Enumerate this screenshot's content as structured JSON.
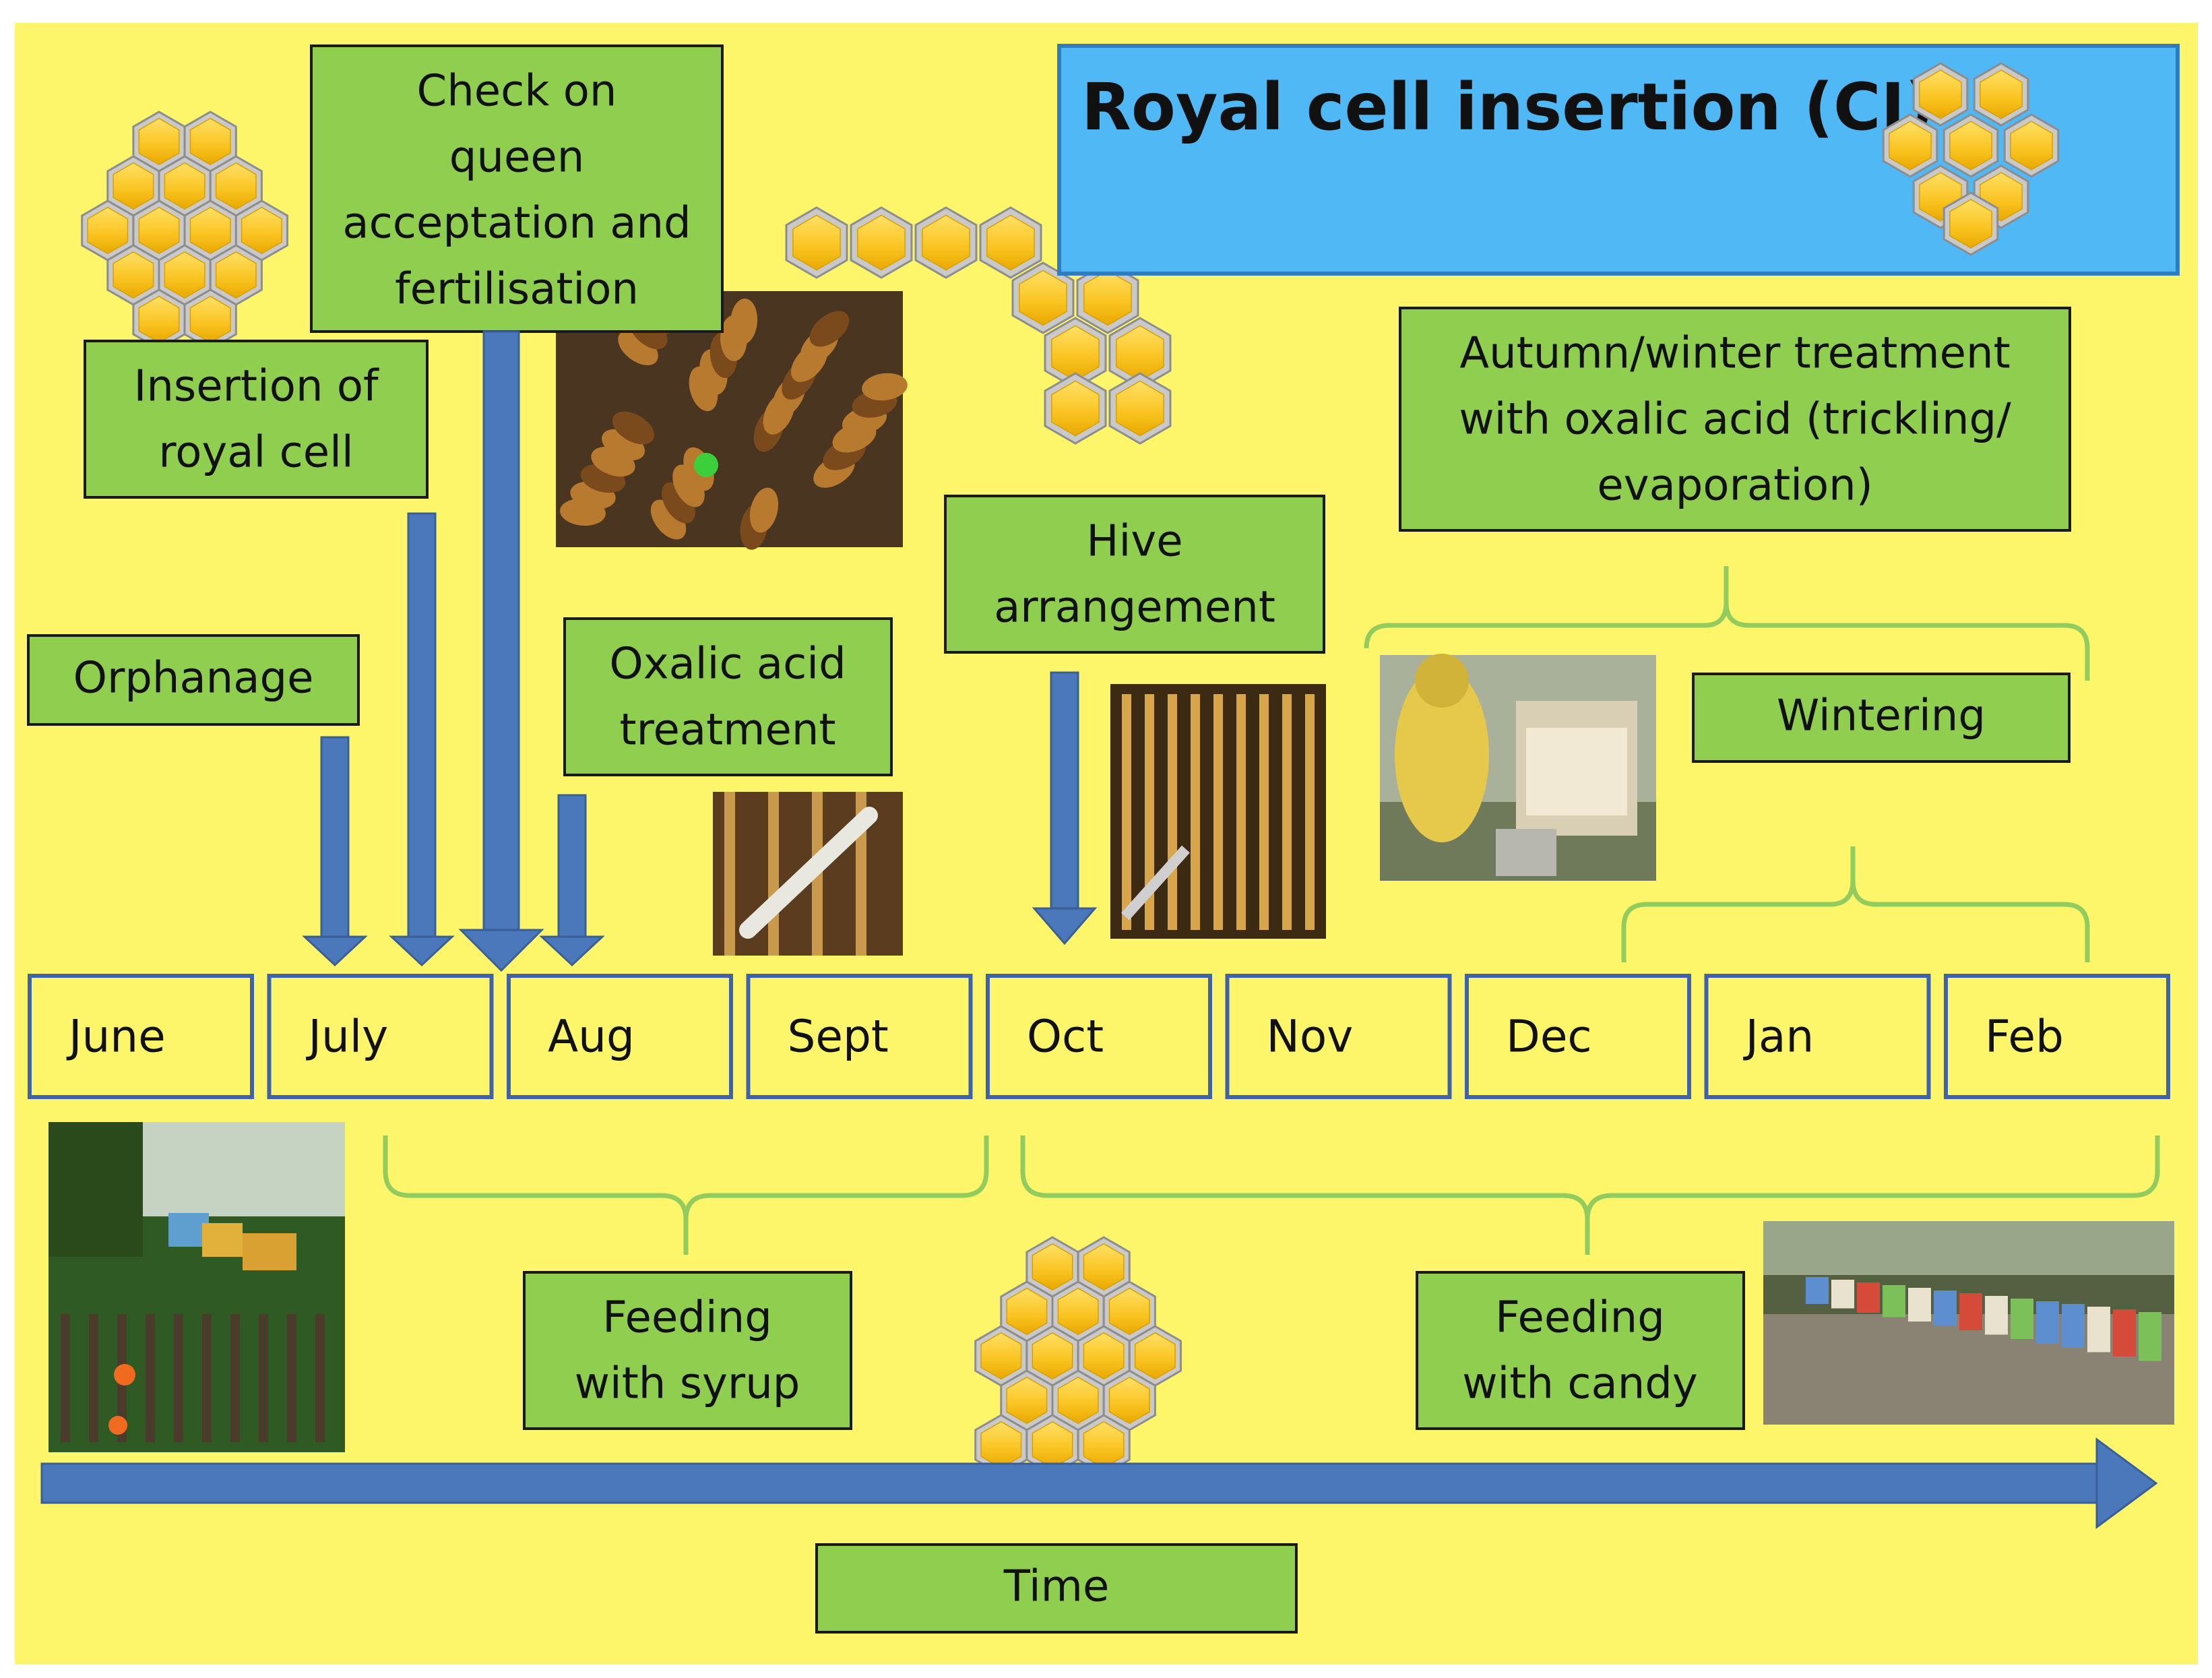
{
  "title": "Royal cell insertion (CI)",
  "colors": {
    "background": "#fdf66b",
    "green_box": "#8fce4f",
    "title_box": "#4fb8f5",
    "arrow_blue": "#4a78bb",
    "month_border": "#3f62ad",
    "brace_green": "#92cc5e",
    "hex_fill": "#f9c31f"
  },
  "months": [
    "June",
    "July",
    "Aug",
    "Sept",
    "Oct",
    "Nov",
    "Dec",
    "Jan",
    "Feb"
  ],
  "labels": {
    "orphanage": [
      "Orphanage"
    ],
    "insertion": [
      "Insertion of",
      "royal cell"
    ],
    "check": [
      "Check on",
      "queen",
      "acceptation and",
      "fertilisation"
    ],
    "oxalic": [
      "Oxalic acid",
      "treatment"
    ],
    "hive": [
      "Hive",
      "arrangement"
    ],
    "autumn": [
      "Autumn/winter treatment",
      "with oxalic acid (trickling/",
      "evaporation)"
    ],
    "wintering": [
      "Wintering"
    ],
    "syrup": [
      "Feeding",
      "with syrup"
    ],
    "candy": [
      "Feeding",
      "with candy"
    ],
    "time": [
      "Time"
    ]
  },
  "photos": [
    "bees-with-marked-queen",
    "syringe-oxalic-on-frames",
    "beehive-frames",
    "beekeeper-evaporation",
    "apiary-garden",
    "apiary-row-of-hives"
  ]
}
